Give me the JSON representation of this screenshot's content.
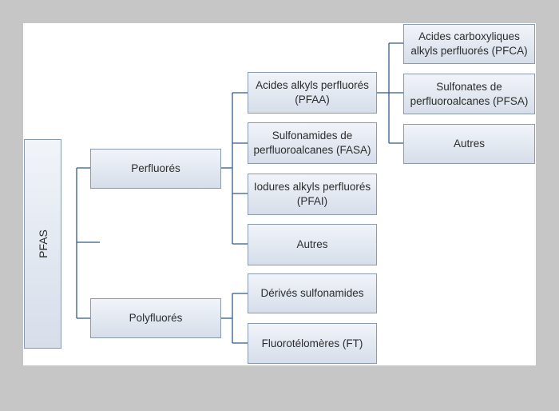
{
  "diagram": {
    "root": {
      "label": "PFAS"
    },
    "level1": [
      {
        "id": "perfluores",
        "label": "Perfluorés"
      },
      {
        "id": "polyfluores",
        "label": "Polyfluorés"
      }
    ],
    "perfluores_children": [
      {
        "id": "pfaa",
        "label": "Acides alkyls perfluorés\n(PFAA)"
      },
      {
        "id": "fasa",
        "label": "Sulfonamides de\nperfluoroalcanes (FASA)"
      },
      {
        "id": "pfai",
        "label": "Iodures alkyls perfluorés\n(PFAI)"
      },
      {
        "id": "autres1",
        "label": "Autres"
      }
    ],
    "polyfluores_children": [
      {
        "id": "sulfonamides",
        "label": "Dérivés sulfonamides"
      },
      {
        "id": "ft",
        "label": "Fluorotélomères (FT)"
      }
    ],
    "pfaa_children": [
      {
        "id": "pfca",
        "label": "Acides carboxyliques\nalkyls perfluorés (PFCA)"
      },
      {
        "id": "pfsa",
        "label": "Sulfonates de\nperfluoroalcanes (PFSA)"
      },
      {
        "id": "autres2",
        "label": "Autres"
      }
    ],
    "colors": {
      "connector": "#2f5d8c",
      "box_border": "#8a9ab0",
      "box_fill": "#dfe6f0",
      "frame": "#c6c6c6"
    }
  }
}
